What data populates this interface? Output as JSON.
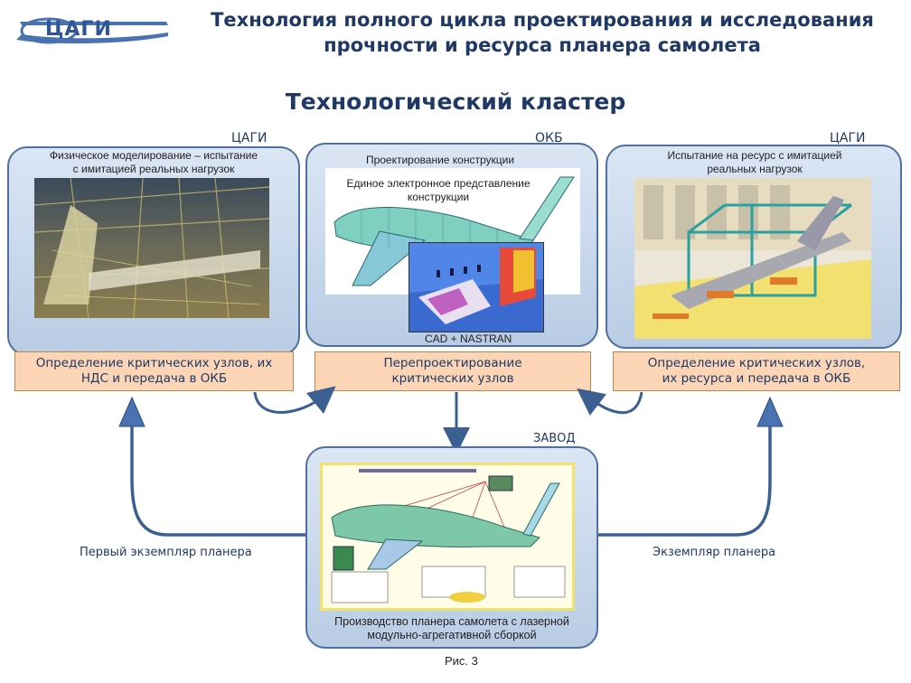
{
  "logo": {
    "text": "ЦАГИ"
  },
  "header": {
    "title_line1": "Технология полного цикла проектирования и исследования",
    "title_line2": "прочности и ресурса планера самолета"
  },
  "subtitle": "Технологический кластер",
  "left": {
    "org": "ЦАГИ",
    "caption_line1": "Физическое моделирование – испытание",
    "caption_line2": "с имитацией реальных нагрузок",
    "box_line1": "Определение критических узлов, их",
    "box_line2": "НДС и передача в ОКБ"
  },
  "center": {
    "org": "ОКБ",
    "caption": "Проектирование конструкции",
    "caption2_line1": "Единое электронное представление",
    "caption2_line2": "конструкции",
    "cad": "CAD + NASTRAN",
    "box_line1": "Перепроектирование",
    "box_line2": "критических узлов"
  },
  "right": {
    "org": "ЦАГИ",
    "caption_line1": "Испытание на ресурс с имитацией",
    "caption_line2": "реальных нагрузок",
    "box_line1": "Определение  критических узлов,",
    "box_line2": "их ресурса и передача в ОКБ"
  },
  "factory": {
    "org": "ЗАВОД",
    "caption_line1": "Производство планера самолета с лазерной",
    "caption_line2": "модульно-агрегативной сборкой"
  },
  "labels": {
    "first_airframe": "Первый экземпляр планера",
    "airframe": "Экземпляр планера"
  },
  "figure": "Рис. 3"
}
